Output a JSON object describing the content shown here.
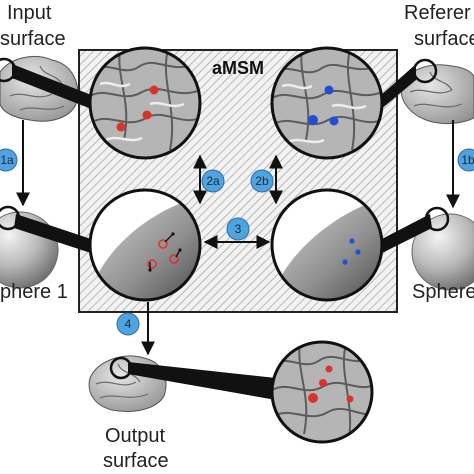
{
  "labels": {
    "input_surface_line1": "Input",
    "input_surface_line2": "surface",
    "reference_surface_line1": "Referer",
    "reference_surface_line2": "surface",
    "sphere1": "phere 1",
    "sphere2": "Sphere",
    "output_surface_line1": "Output",
    "output_surface_line2": "surface"
  },
  "amsm_title": "aMSM",
  "steps": {
    "s1a": "1a",
    "s1b": "1b",
    "s2a": "2a",
    "s2b": "2b",
    "s3": "3",
    "s4": "4"
  },
  "colors": {
    "badge_fill": "#4fa3e0",
    "red_marker": "#d9342b",
    "blue_marker": "#1f4fd6",
    "box_stroke": "#222222"
  },
  "icons": [
    "brain-surface",
    "sphere",
    "magnifier-circle",
    "double-arrow",
    "down-arrow"
  ]
}
